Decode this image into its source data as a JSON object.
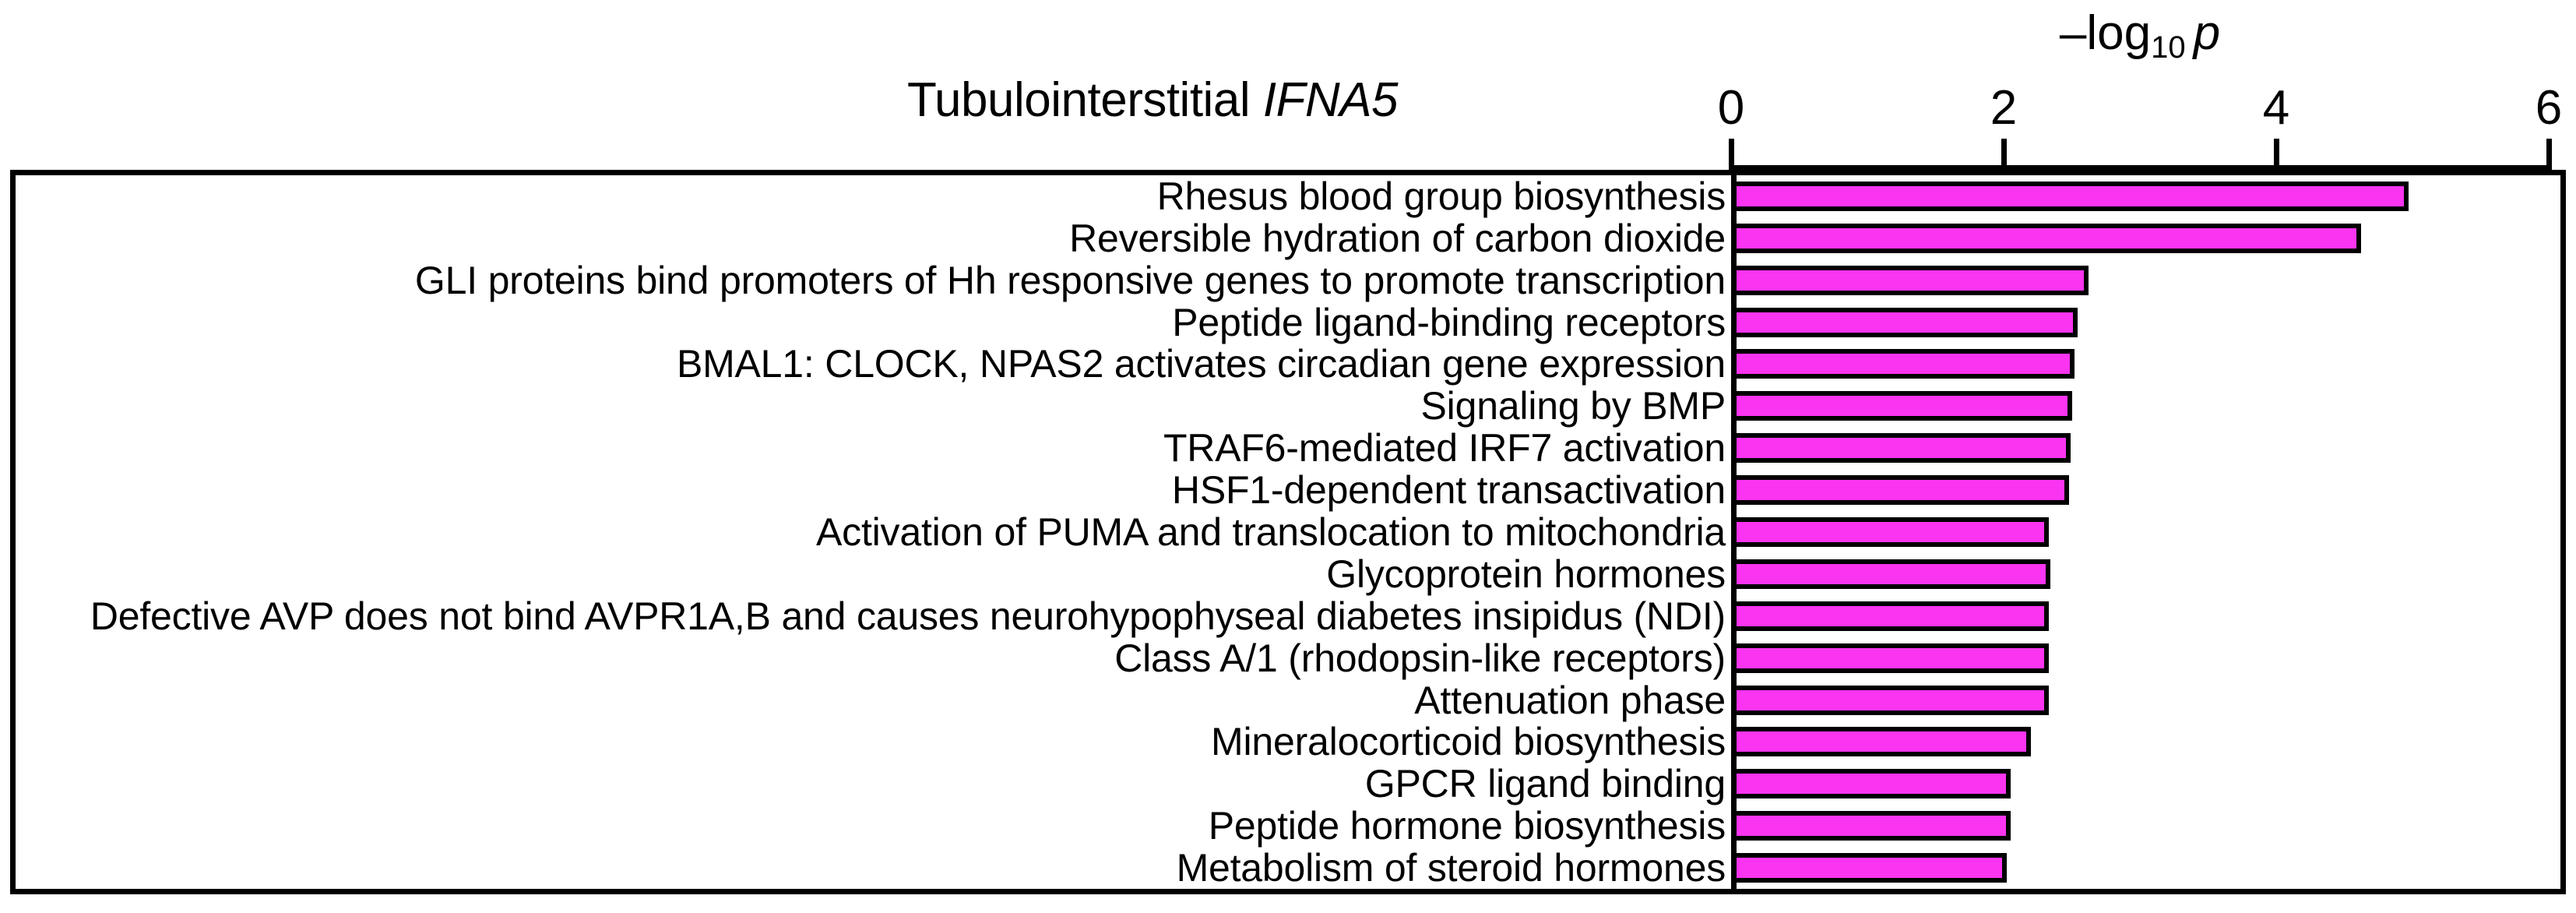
{
  "figure": {
    "title_prefix": "Tubulointerstitial ",
    "title_gene": "IFNA5",
    "axis_title_prefix": "–log",
    "axis_title_sub": "10",
    "axis_title_var": "p",
    "bar_fill_color": "#fa34f0",
    "bar_edge_color": "#000000",
    "frame_color": "#000000",
    "background_color": "#ffffff"
  },
  "chart_data": {
    "type": "bar",
    "orientation": "horizontal",
    "title": "Tubulointerstitial IFNA5",
    "xlabel": "–log10 p",
    "ylabel": "",
    "xlim": [
      0,
      6
    ],
    "xticks": [
      0,
      2,
      4,
      6
    ],
    "xtick_labels": [
      "0",
      "2",
      "4",
      "6"
    ],
    "grid": false,
    "legend": false,
    "series_color": "#fa34f0",
    "categories": [
      "Rhesus blood group biosynthesis",
      "Reversible hydration of carbon dioxide",
      "GLI proteins bind promoters of Hh responsive genes to promote transcription",
      "Peptide ligand-binding receptors",
      "BMAL1: CLOCK, NPAS2 activates circadian gene expression",
      "Signaling by BMP",
      "TRAF6-mediated IRF7 activation",
      "HSF1-dependent transactivation",
      "Activation of PUMA and translocation to mitochondria",
      "Glycoprotein hormones",
      "Defective AVP does not bind AVPR1A,B and causes neurohypophyseal diabetes insipidus (NDI)",
      "Class A/1 (rhodopsin-like receptors)",
      "Attenuation phase",
      "Mineralocorticoid biosynthesis",
      "GPCR ligand binding",
      "Peptide hormone biosynthesis",
      "Metabolism of steroid hormones"
    ],
    "values": [
      4.97,
      4.62,
      2.62,
      2.54,
      2.52,
      2.5,
      2.49,
      2.48,
      2.33,
      2.34,
      2.33,
      2.33,
      2.33,
      2.2,
      2.05,
      2.05,
      2.02
    ]
  }
}
